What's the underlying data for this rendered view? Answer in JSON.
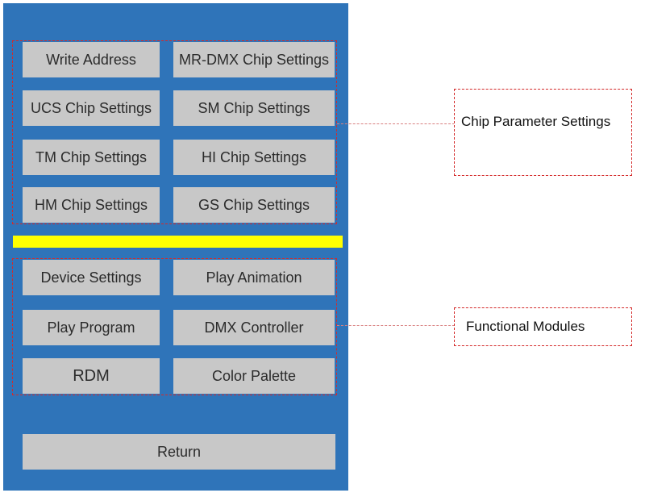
{
  "chip_settings": {
    "buttons": [
      "Write Address",
      "MR-DMX Chip Settings",
      "UCS Chip Settings",
      "SM Chip Settings",
      "TM Chip Settings",
      "HI Chip Settings",
      "HM Chip Settings",
      "GS Chip Settings"
    ]
  },
  "functional_modules": {
    "buttons": [
      "Device Settings",
      "Play Animation",
      "Play Program",
      "DMX Controller",
      "RDM",
      "Color Palette"
    ]
  },
  "footer": {
    "return_label": "Return"
  },
  "annotations": {
    "chip_parameter_settings": "Chip Parameter Settings",
    "functional_modules": "Functional Modules"
  },
  "colors": {
    "panel_background": "#2f74b9",
    "button_background": "#c8c8c8",
    "divider": "#ffff00",
    "annotation_border": "#d42a2a"
  }
}
